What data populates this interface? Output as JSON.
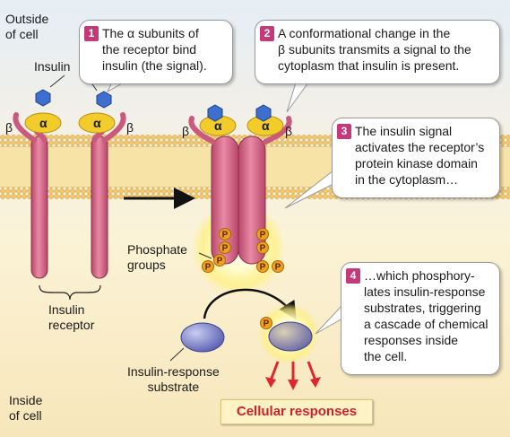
{
  "labels": {
    "outside": [
      "Outside",
      "of cell"
    ],
    "inside": [
      "Inside",
      "of cell"
    ],
    "insulin": "Insulin",
    "receptor": [
      "Insulin",
      "receptor"
    ],
    "phosphate": [
      "Phosphate",
      "groups"
    ],
    "substrate": [
      "Insulin-response",
      "substrate"
    ],
    "alpha": "α",
    "beta": "β",
    "p": "P"
  },
  "steps": [
    {
      "number": "1",
      "lines": [
        "The α subunits of",
        "the receptor bind",
        "insulin (the signal)."
      ]
    },
    {
      "number": "2",
      "lines": [
        "A conformational change in the",
        "β subunits transmits a signal to the",
        "cytoplasm that insulin is present."
      ]
    },
    {
      "number": "3",
      "lines": [
        "The insulin signal",
        "activates the receptor’s",
        "protein kinase domain",
        "in the cytoplasm…"
      ]
    },
    {
      "number": "4",
      "lines": [
        "…which phosphory-",
        "lates insulin-response",
        "substrates, triggering",
        "a cascade of chemical",
        "responses inside",
        "the cell."
      ]
    }
  ],
  "result": "Cellular responses",
  "colors": {
    "accent": "#c3397a",
    "result_text": "#d1202a",
    "membrane": "#e8c26a",
    "receptor": "#d96b8b",
    "insulin": "#3d6fcf",
    "alpha": "#f2cc2a",
    "phosphate": "#e8901a"
  }
}
